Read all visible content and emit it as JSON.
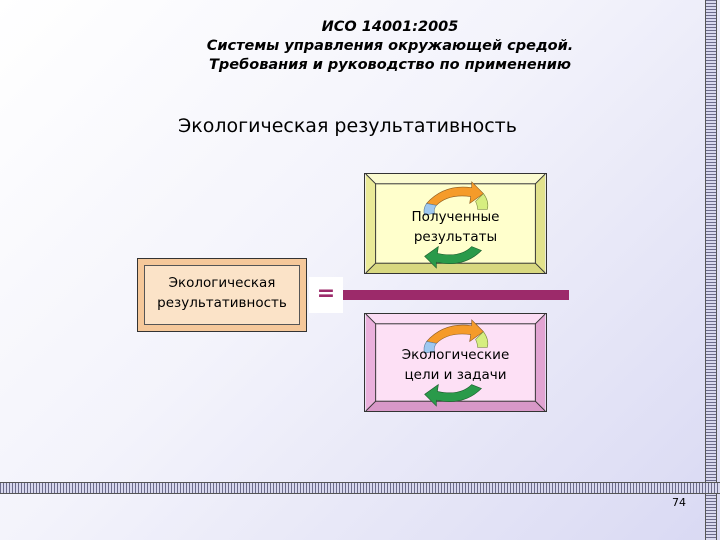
{
  "header": {
    "line1": "ИСО 14001:2005",
    "line2": "Системы управления окружающей средой.",
    "line3": "Требования и руководство по применению"
  },
  "subtitle": "Экологическая результативность",
  "diagram": {
    "left_box": {
      "line1": "Экологическая",
      "line2": "результативность"
    },
    "equals": "=",
    "top_box": {
      "line1": "Полученные",
      "line2": "результаты",
      "colors": {
        "outer": "#f3f3a8",
        "inner": "#ffffcc"
      }
    },
    "bottom_box": {
      "line1": "Экологические",
      "line2": "цели и задачи",
      "colors": {
        "outer": "#f5bfe8",
        "inner": "#fde0f5"
      }
    },
    "cycle_arrow_colors": [
      "#f59b2a",
      "#2a9a4a",
      "#9ec8f0",
      "#d6ee80"
    ],
    "connector_color": "#9c2a6a"
  },
  "footer": {
    "page_number": "74"
  }
}
